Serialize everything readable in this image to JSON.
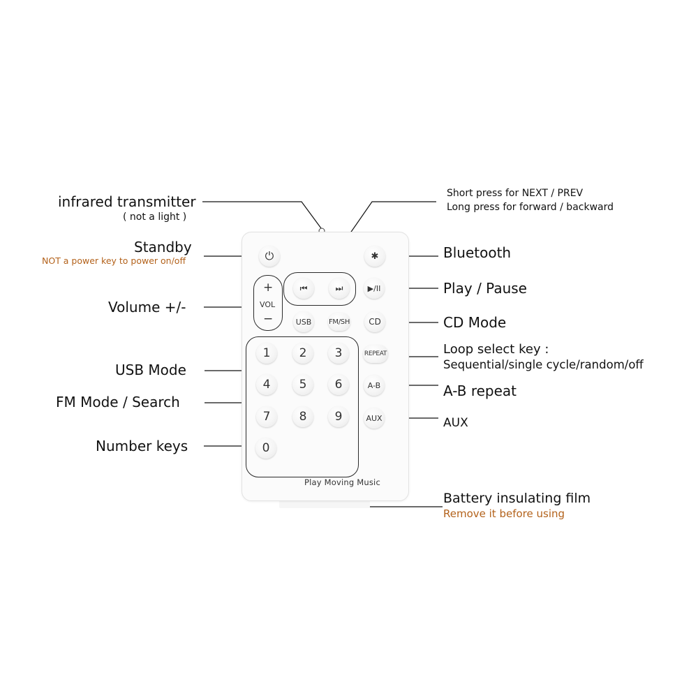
{
  "remote": {
    "brand": "Play Moving Music",
    "volume": {
      "plus": "+",
      "label": "VOL",
      "minus": "−"
    },
    "buttons": {
      "standby": "⏻",
      "bluetooth": "✱",
      "prev": "⏮",
      "next": "⏭",
      "play_pause": "▶/II",
      "usb": "USB",
      "fm": "FM/SH",
      "cd": "CD",
      "repeat": "REPEAT",
      "ab": "A-B",
      "aux": "AUX"
    },
    "numbers": [
      "1",
      "2",
      "3",
      "4",
      "5",
      "6",
      "7",
      "8",
      "9",
      "0"
    ]
  },
  "labels": {
    "infrared": "infrared transmitter",
    "infrared_note": "( not a light )",
    "standby": "Standby",
    "standby_note": "NOT a power key to power on/off",
    "volume": "Volume +/-",
    "usb": "USB Mode",
    "fm": "FM Mode / Search",
    "number_keys": "Number keys",
    "next_prev_1": "Short press for NEXT / PREV",
    "next_prev_2": "Long press for forward / backward",
    "bluetooth": "Bluetooth",
    "play_pause": "Play / Pause",
    "cd": "CD Mode",
    "loop_1": "Loop select key :",
    "loop_2": "Sequential/single cycle/random/off",
    "ab": "A-B repeat",
    "aux": "AUX",
    "battery": "Battery insulating film",
    "battery_note": "Remove it before using"
  }
}
